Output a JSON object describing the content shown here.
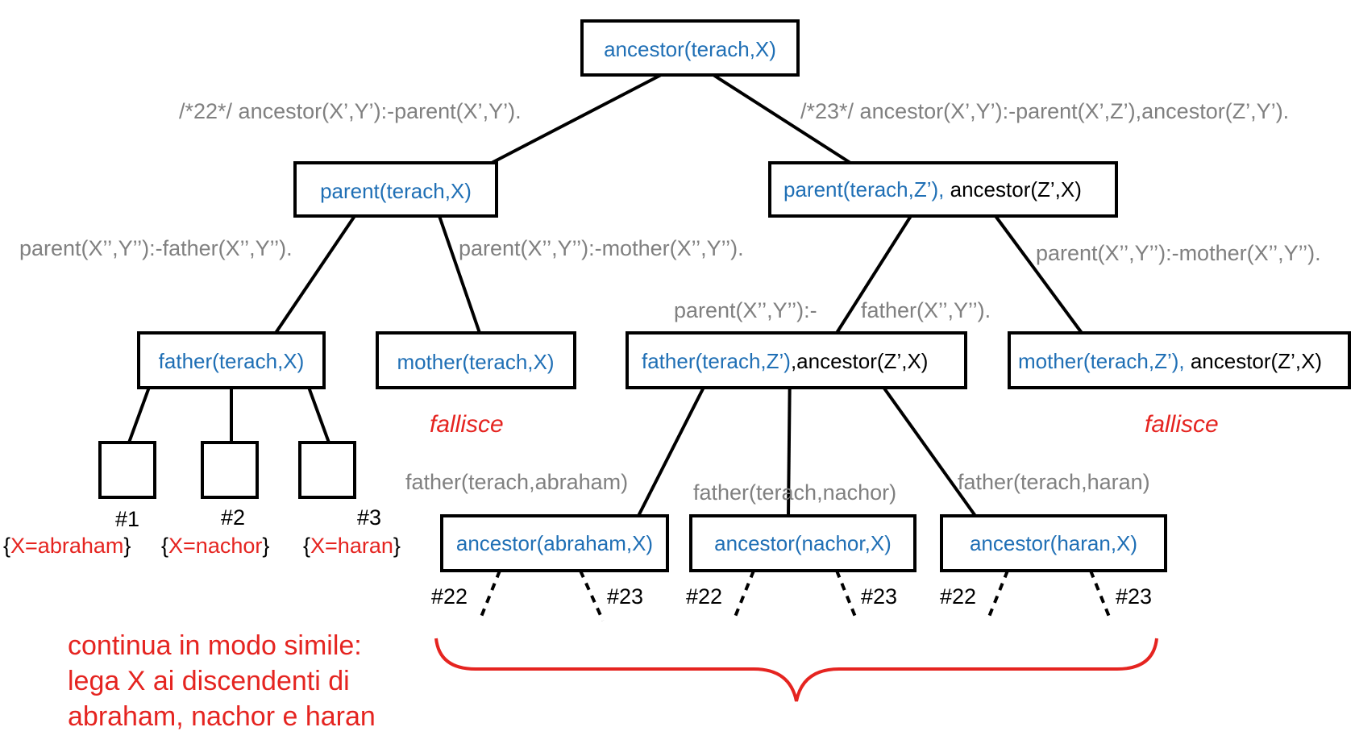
{
  "nodes": {
    "root": "ancestor(terach,X)",
    "parent_tx": "parent(terach,X)",
    "parent_tz_a": "parent(terach,Z’),",
    "parent_tz_b": " ancestor(Z’,X)",
    "father_tx": "father(terach,X)",
    "mother_tx": "mother(terach,X)",
    "father_tz_a": "father(terach,Z’)",
    "father_tz_b": ",ancestor(Z’,X)",
    "mother_tz_a": "mother(terach,Z’),",
    "mother_tz_b": " ancestor(Z’,X)",
    "anc_abraham": "ancestor(abraham,X)",
    "anc_nachor": "ancestor(nachor,X)",
    "anc_haran": "ancestor(haran,X)"
  },
  "edge_labels": {
    "rule22": "/*22*/ ancestor(X’,Y’):-parent(X’,Y’).",
    "rule23": "/*23*/ ancestor(X’,Y’):-parent(X’,Z’),ancestor(Z’,Y’).",
    "parent_father_left": "parent(X’’,Y’’):-father(X’’,Y’’).",
    "parent_mother_left": "parent(X’’,Y’’):-mother(X’’,Y’’).",
    "parent_mother_right": "parent(X’’,Y’’):-mother(X’’,Y’’).",
    "parent_father_right_a": "parent(X’’,Y’’):-",
    "parent_father_right_b": "father(X’’,Y’’).",
    "fact_abraham": "father(terach,abraham)",
    "fact_nachor": "father(terach,nachor)",
    "fact_haran": "father(terach,haran)"
  },
  "results": [
    {
      "num": "#1",
      "open": "{",
      "binding": "X=abraham",
      "close": "}"
    },
    {
      "num": "#2",
      "open": "{",
      "binding": "X=nachor",
      "close": "}"
    },
    {
      "num": "#3",
      "open": "{",
      "binding": "X=haran",
      "close": "}"
    }
  ],
  "fail_label": "fallisce",
  "rule_refs": {
    "r22": "#22",
    "r23": "#23"
  },
  "continuation_note": [
    "continua in modo simile:",
    "lega X ai discendenti di",
    "abraham, nachor e haran"
  ],
  "colors": {
    "node_text": "#1f6fb5",
    "label_gray": "#808080",
    "red": "#e52420",
    "black": "#000000"
  }
}
